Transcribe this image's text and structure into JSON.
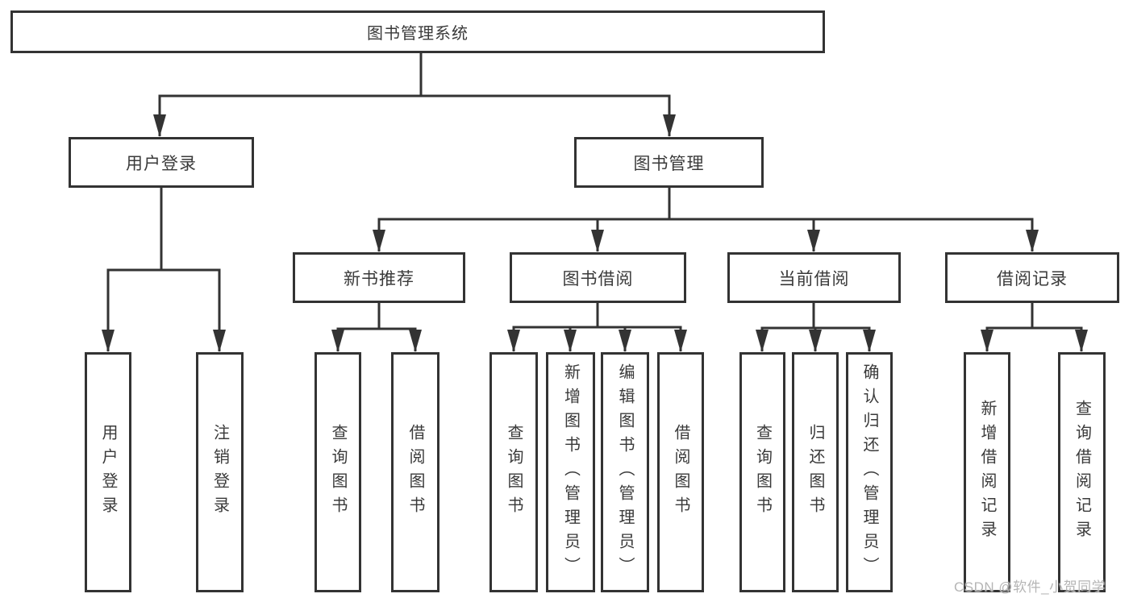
{
  "diagram": {
    "root": {
      "label": "图书管理系统"
    },
    "branches": [
      {
        "label": "用户登录",
        "children": [
          {
            "label": "用户登录"
          },
          {
            "label": "注销登录"
          }
        ]
      },
      {
        "label": "图书管理",
        "children": [
          {
            "label": "新书推荐",
            "children": [
              {
                "label": "查询图书"
              },
              {
                "label": "借阅图书"
              }
            ]
          },
          {
            "label": "图书借阅",
            "children": [
              {
                "label": "查询图书"
              },
              {
                "label": "新增图书（管理员）"
              },
              {
                "label": "编辑图书（管理员）"
              },
              {
                "label": "借阅图书"
              }
            ]
          },
          {
            "label": "当前借阅",
            "children": [
              {
                "label": "查询图书"
              },
              {
                "label": "归还图书"
              },
              {
                "label": "确认归还（管理员）"
              }
            ]
          },
          {
            "label": "借阅记录",
            "children": [
              {
                "label": "新增借阅记录"
              },
              {
                "label": "查询借阅记录"
              }
            ]
          }
        ]
      }
    ],
    "colors": {
      "line": "#333333",
      "text": "#3a3a3a",
      "background": "#ffffff",
      "watermark": "#b5b5b5"
    }
  },
  "watermark": {
    "text": "CSDN @软件_小贺同学"
  }
}
